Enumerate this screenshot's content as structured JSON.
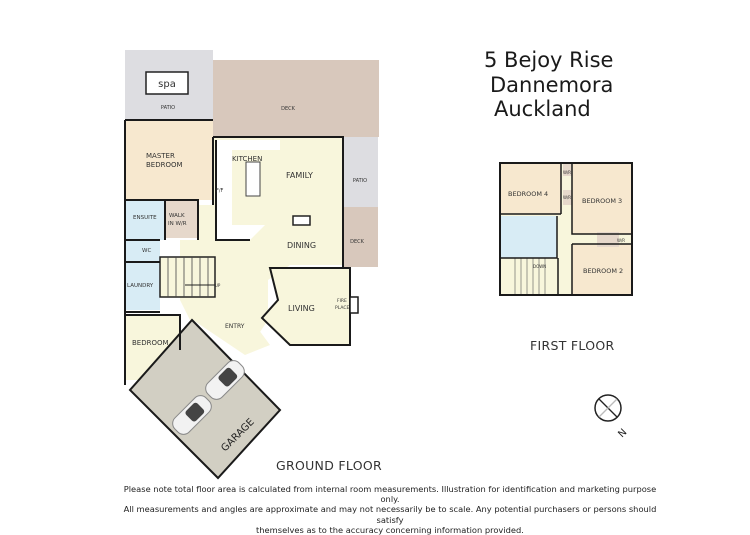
{
  "address": {
    "line1": "5 Bejoy Rise",
    "line2": "Dannemora",
    "line3": "Auckland"
  },
  "ground_floor": {
    "label": "GROUND FLOOR",
    "rooms": {
      "spa": "spa",
      "patio_top": "PATIO",
      "deck_top": "DECK",
      "master_bedroom_1": "MASTER",
      "master_bedroom_2": "BEDROOM",
      "ensuite": "ENSUITE",
      "walk_in_1": "WALK",
      "walk_in_2": "IN W/R",
      "ff": "F/F",
      "kitchen": "KITCHEN",
      "family": "FAMILY",
      "patio_side": "PATIO",
      "deck_side": "DECK",
      "dining": "DINING",
      "wc": "WC",
      "laundry": "LAUNDRY",
      "living": "LIVING",
      "fireplace_1": "FIRE",
      "fireplace_2": "PLACE",
      "entry": "ENTRY",
      "bedroom": "BEDROOM",
      "garage": "GARAGE",
      "stairs_up": "UP"
    }
  },
  "first_floor": {
    "label": "FIRST FLOOR",
    "rooms": {
      "bedroom4": "BEDROOM 4",
      "bedroom3": "BEDROOM 3",
      "bedroom2": "BEDROOM 2",
      "wr_top": "W/R",
      "wr_mid": "W/R",
      "wr_b2": "W/R",
      "stairs_down": "DOWN"
    }
  },
  "compass": {
    "direction": "N"
  },
  "disclaimer": {
    "line1": "Please note total floor area is calculated from internal room measurements.  Illustration for identification and marketing purpose only.",
    "line2": "All measurements and angles are approximate and may not necessarily be to scale.  Any potential purchasers or persons should satisfy",
    "line3": "themselves as to the accuracy concerning information provided."
  },
  "colors": {
    "bedroom": "#f7e8cf",
    "living": "#f8f6dc",
    "wet": "#d8ecf5",
    "patio": "#dddde1",
    "deck": "#d8c8bc",
    "garage": "#d2cfc3",
    "wall": "#1a1a1a"
  }
}
